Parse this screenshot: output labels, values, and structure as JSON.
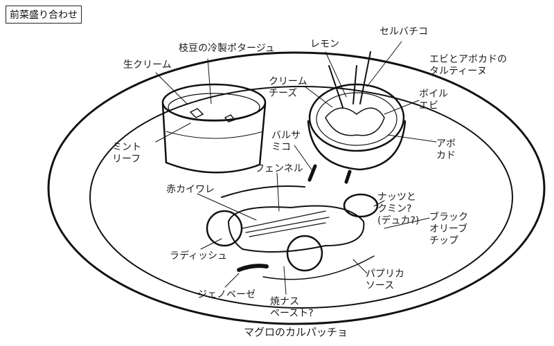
{
  "title": "前菜盛り合わせ",
  "labels": {
    "potage": "枝豆の冷製ポタージュ",
    "cream": "生クリーム",
    "mint": "ミント\nリーフ",
    "lemon": "レモン",
    "selvatico": "セルバチコ",
    "tartine": "エビとアボカドの\nタルティーヌ",
    "cream_cheese": "クリーム\nチーズ",
    "boiled_shrimp": "ボイル\nエビ",
    "avocado": "アボ\nカド",
    "balsamic": "バルサ\nミコ",
    "fennel": "フェンネル",
    "red_sprouts": "赤カイワレ",
    "nuts_cumin": "ナッツと\nクミン?\n(デュカ?)",
    "olive_chips": "ブラック\nオリーブ\nチップ",
    "radish": "ラディッシュ",
    "paprika_sauce": "パプリカ\nソース",
    "genovese": "ジェノベーゼ",
    "eggplant": "焼ナス\nペースト?",
    "carpaccio": "マグロのカルパッチョ"
  }
}
